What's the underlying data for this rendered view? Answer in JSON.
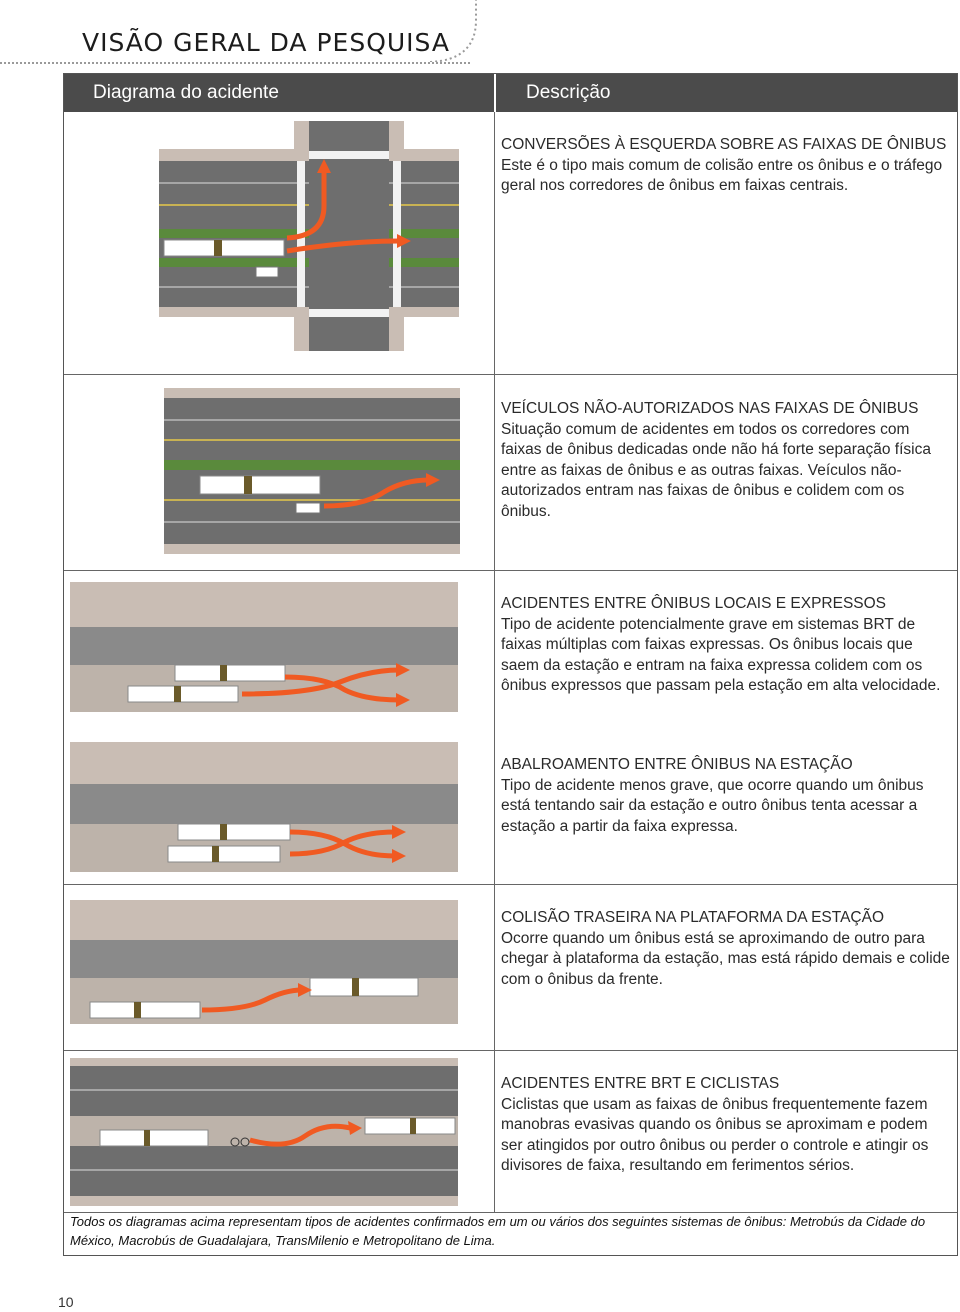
{
  "page": {
    "title": "VISÃO GERAL DA PESQUISA",
    "page_number": "10"
  },
  "table": {
    "col_diagram": "Diagrama do acidente",
    "col_description": "Descrição",
    "rows": [
      {
        "title": "CONVERSÕES À ESQUERDA SOBRE AS FAIXAS DE ÔNIBUS",
        "text": "Este é o tipo mais comum de colisão entre os ônibus e o tráfego geral nos corredores de ônibus em faixas centrais."
      },
      {
        "title": "VEÍCULOS NÃO-AUTORIZADOS NAS FAIXAS DE ÔNIBUS",
        "text": "Situação comum de acidentes em todos os corredores com faixas de ônibus dedicadas onde não há forte separação física entre as faixas de ônibus e as outras faixas. Veículos não-autorizados entram nas faixas de ônibus e colidem com os ônibus."
      },
      {
        "title": "ACIDENTES ENTRE ÔNIBUS LOCAIS E EXPRESSOS",
        "text": "Tipo de acidente potencialmente grave em sistemas BRT de faixas múltiplas com faixas expressas. Os ônibus locais que saem da estação e entram na faixa expressa colidem com os ônibus expressos que passam pela estação em alta velocidade."
      },
      {
        "title": "ABALROAMENTO ENTRE ÔNIBUS NA ESTAÇÃO",
        "text": "Tipo de acidente menos grave, que ocorre quando um ônibus está tentando sair da estação e outro ônibus tenta acessar a estação a partir da faixa expressa."
      },
      {
        "title": "COLISÃO TRASEIRA NA PLATAFORMA DA ESTAÇÃO",
        "text": "Ocorre quando um ônibus está se aproximando de outro para chegar à plataforma da estação, mas está rápido demais e colide com o ônibus da frente."
      },
      {
        "title": "ACIDENTES ENTRE BRT E CICLISTAS",
        "text": "Ciclistas que usam as faixas de ônibus frequentemente fazem manobras evasivas quando os ônibus se aproximam e podem ser atingidos por outro ônibus ou perder o controle e atingir os divisores de faixa, resultando em ferimentos sérios."
      }
    ],
    "footnote": "Todos os diagramas acima representam tipos de acidentes confirmados em um ou vários dos seguintes sistemas de ônibus: Metrobús da Cidade do México, Macrobús de Guadalajara, TransMilenio e Metropolitano de Lima."
  },
  "colors": {
    "header_bg": "#4b4b4b",
    "road": "#6e6e6e",
    "arrow": "#f05a22",
    "sidewalk": "#c9bdb4",
    "median": "#5a8a3c"
  }
}
